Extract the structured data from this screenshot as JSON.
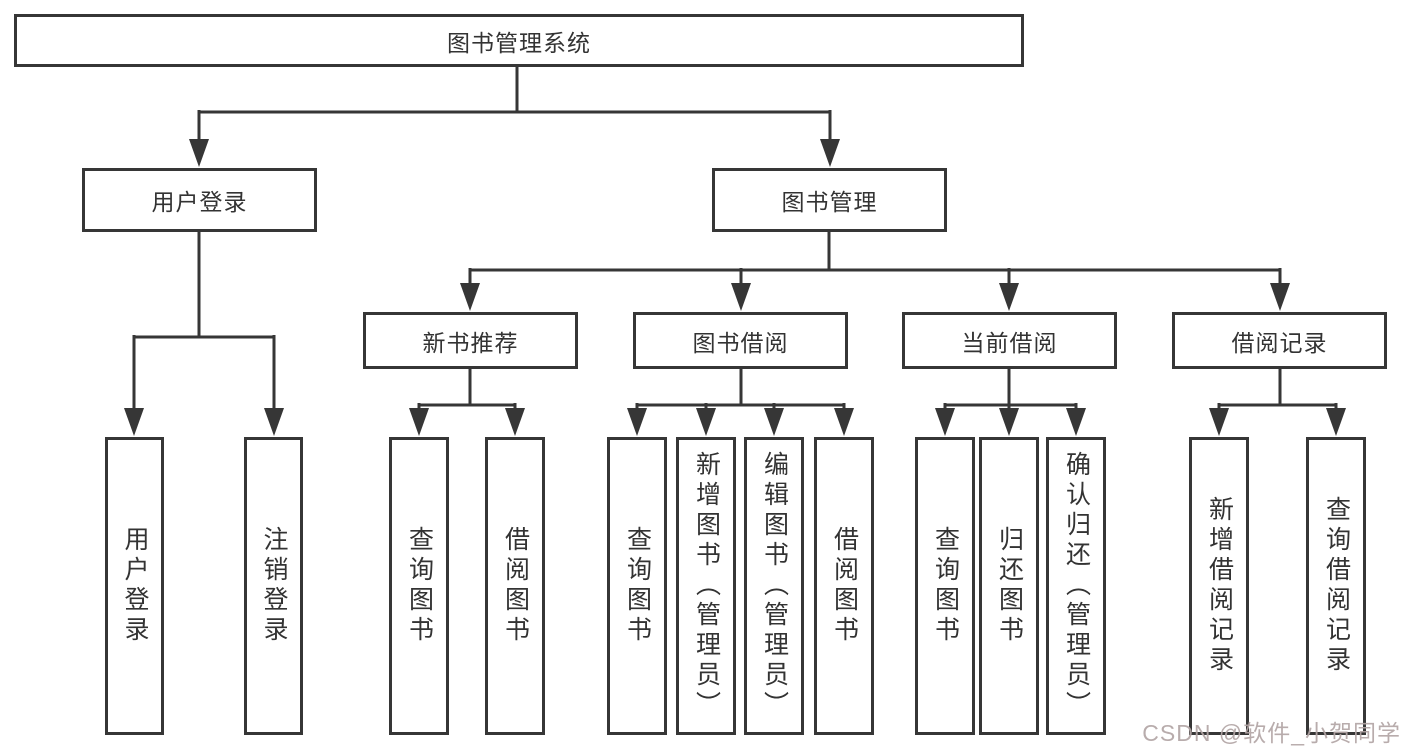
{
  "diagram_title": "图书管理系统",
  "tree": {
    "root": {
      "id": "system",
      "label": "图书管理系统",
      "children": [
        {
          "id": "user-login-module",
          "label": "用户登录",
          "children": [
            {
              "id": "user-login-action",
              "label": "用户登录"
            },
            {
              "id": "logout-action",
              "label": "注销登录"
            }
          ]
        },
        {
          "id": "book-management-module",
          "label": "图书管理",
          "children": [
            {
              "id": "new-book-recommend",
              "label": "新书推荐",
              "children": [
                {
                  "id": "query-books",
                  "label": "查询图书"
                },
                {
                  "id": "borrow-books",
                  "label": "借阅图书"
                }
              ]
            },
            {
              "id": "book-borrowing",
              "label": "图书借阅",
              "children": [
                {
                  "id": "query-books",
                  "label": "查询图书"
                },
                {
                  "id": "add-books-admin",
                  "label": "新增图书（管理员）"
                },
                {
                  "id": "edit-books-admin",
                  "label": "编辑图书（管理员）"
                },
                {
                  "id": "borrow-books",
                  "label": "借阅图书"
                }
              ]
            },
            {
              "id": "current-borrowing",
              "label": "当前借阅",
              "children": [
                {
                  "id": "query-books",
                  "label": "查询图书"
                },
                {
                  "id": "return-books",
                  "label": "归还图书"
                },
                {
                  "id": "confirm-return-admin",
                  "label": "确认归还（管理员）"
                }
              ]
            },
            {
              "id": "borrowing-records",
              "label": "借阅记录",
              "children": [
                {
                  "id": "add-borrow-record",
                  "label": "新增借阅记录"
                },
                {
                  "id": "query-borrow-record",
                  "label": "查询借阅记录"
                }
              ]
            }
          ]
        }
      ]
    }
  },
  "watermark": {
    "text": "CSDN @软件_小贺同学"
  },
  "colors": {
    "line": "#363636",
    "box_border": "#363636",
    "text": "#333333",
    "background": "#ffffff",
    "watermark": "#b2a5a5"
  }
}
